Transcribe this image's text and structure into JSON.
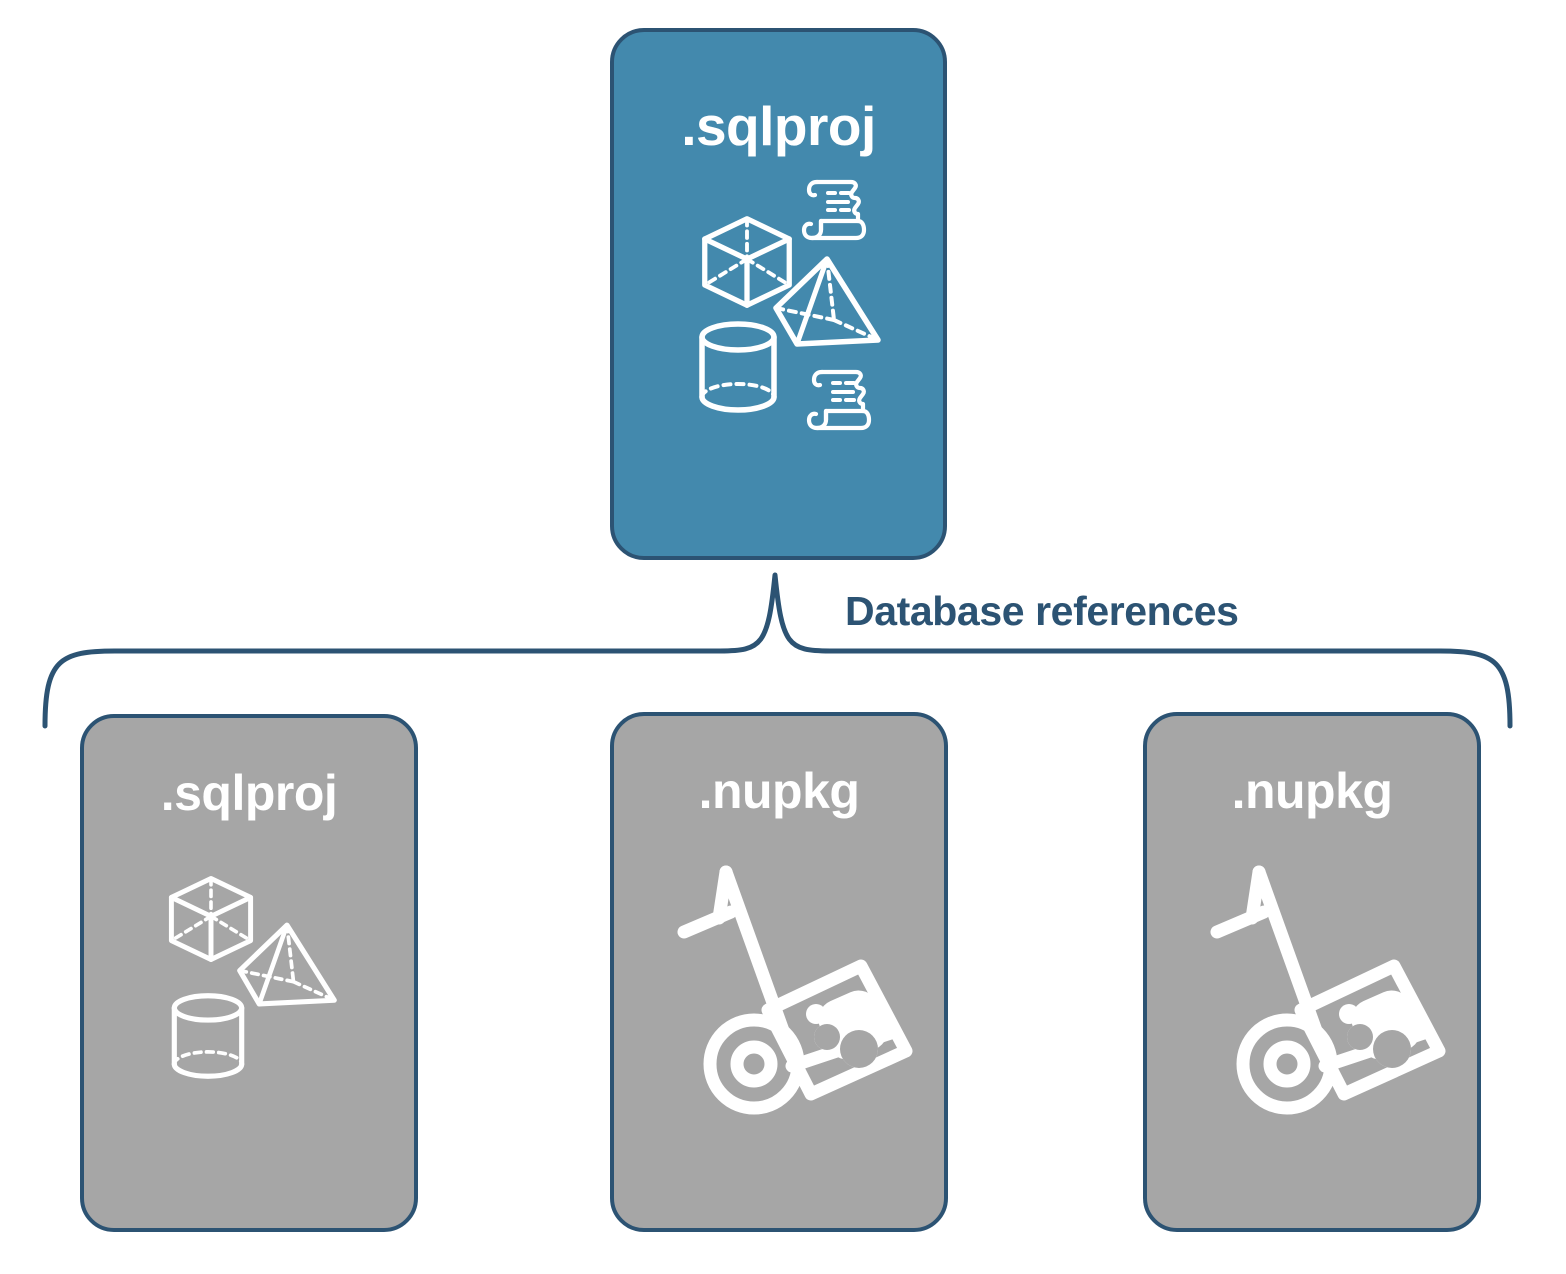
{
  "diagram": {
    "title_text_visible": false,
    "colors": {
      "primary_fill": "#4389ad",
      "secondary_fill": "#a6a6a6",
      "stroke": "#2c5373",
      "icon": "#ffffff",
      "background": "#ffffff"
    },
    "connector_label": "Database references",
    "root": {
      "label": ".sqlproj",
      "fill": "primary",
      "icons": [
        "cube-icon",
        "scroll-icon",
        "pyramid-icon",
        "cylinder-icon",
        "scroll-icon"
      ]
    },
    "children": [
      {
        "label": ".sqlproj",
        "fill": "secondary",
        "icons": [
          "cube-icon",
          "pyramid-icon",
          "cylinder-icon"
        ]
      },
      {
        "label": ".nupkg",
        "fill": "secondary",
        "icons": [
          "hand-truck-package-icon"
        ]
      },
      {
        "label": ".nupkg",
        "fill": "secondary",
        "icons": [
          "hand-truck-package-icon"
        ]
      }
    ]
  }
}
